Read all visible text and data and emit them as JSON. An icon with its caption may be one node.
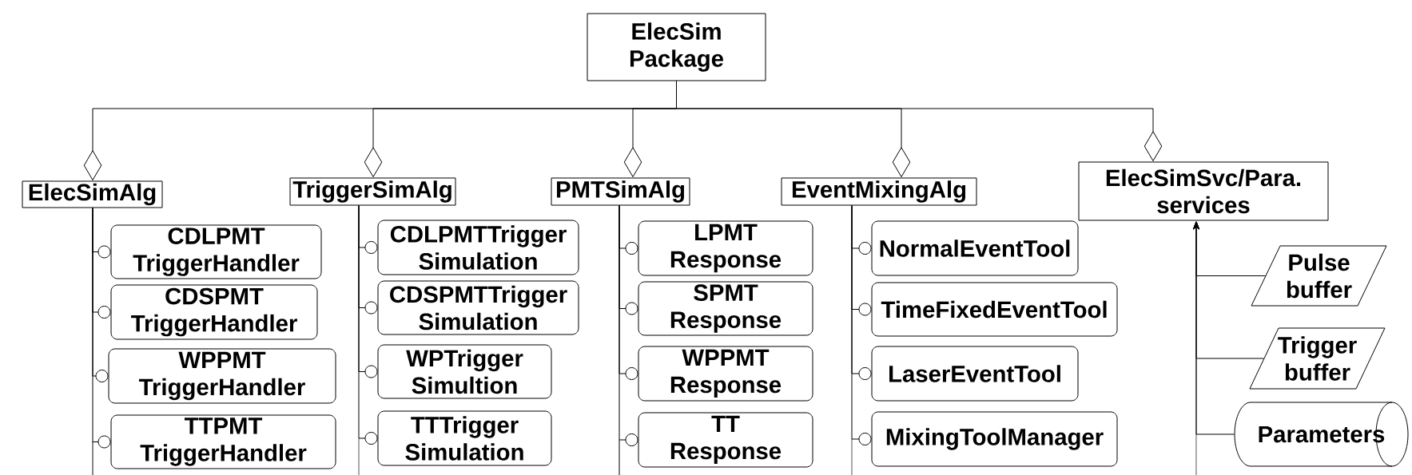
{
  "diagram": {
    "nodes": [
      {
        "text": [
          "ElecSim Package"
        ]
      },
      {
        "text": [
          "ElecSimAlg"
        ]
      },
      {
        "text": [
          "TriggerSimAlg"
        ]
      },
      {
        "text": [
          "PMTSimAlg"
        ]
      },
      {
        "text": [
          "EventMixingAlg"
        ]
      },
      {
        "text": [
          "ElecSimSvc/Para. services"
        ]
      },
      {
        "text": [
          "CDLPMT TriggerHandler"
        ]
      },
      {
        "text": [
          "CDSPMT TriggerHandler"
        ]
      },
      {
        "text": [
          "WPPMT TriggerHandler"
        ]
      },
      {
        "text": [
          "TTPMT TriggerHandler"
        ]
      },
      {
        "text": [
          "CDLPMTTrigger Simulation"
        ]
      },
      {
        "text": [
          "CDSPMTTrigger Simulation"
        ]
      },
      {
        "text": [
          "WPTrigger Simultion"
        ]
      },
      {
        "text": [
          "TTTrigger Simulation"
        ]
      },
      {
        "text": [
          "LPMT Response"
        ]
      },
      {
        "text": [
          "SPMT Response"
        ]
      },
      {
        "text": [
          "WPPMT Response"
        ]
      },
      {
        "text": [
          "TT Response"
        ]
      },
      {
        "text": [
          "NormalEventTool"
        ]
      },
      {
        "text": [
          "TimeFixedEventTool"
        ]
      },
      {
        "text": [
          "LaserEventTool"
        ]
      },
      {
        "text": [
          "MixingToolManager"
        ]
      },
      {
        "text": [
          "Pulse buffer"
        ]
      },
      {
        "text": [
          "Trigger buffer"
        ]
      },
      {
        "text": [
          "Parameters"
        ]
      }
    ],
    "edges": [
      {
        "from": 0,
        "to": 1,
        "arrow": "other"
      },
      {
        "from": 0,
        "to": 2,
        "arrow": "other"
      },
      {
        "from": 0,
        "to": 3,
        "arrow": "other"
      },
      {
        "from": 0,
        "to": 4,
        "arrow": "other"
      },
      {
        "from": 0,
        "to": 5,
        "arrow": "other"
      },
      {
        "from": 1,
        "to": 6,
        "arrow": "other"
      },
      {
        "from": 1,
        "to": 7,
        "arrow": "other"
      },
      {
        "from": 1,
        "to": 8,
        "arrow": "other"
      },
      {
        "from": 1,
        "to": 9,
        "arrow": "other"
      },
      {
        "from": 2,
        "to": 10,
        "arrow": "other"
      },
      {
        "from": 2,
        "to": 11,
        "arrow": "other"
      },
      {
        "from": 2,
        "to": 12,
        "arrow": "other"
      },
      {
        "from": 2,
        "to": 13,
        "arrow": "other"
      },
      {
        "from": 3,
        "to": 14,
        "arrow": "other"
      },
      {
        "from": 3,
        "to": 15,
        "arrow": "other"
      },
      {
        "from": 3,
        "to": 16,
        "arrow": "other"
      },
      {
        "from": 3,
        "to": 17,
        "arrow": "other"
      },
      {
        "from": 4,
        "to": 18,
        "arrow": "other"
      },
      {
        "from": 4,
        "to": 19,
        "arrow": "other"
      },
      {
        "from": 4,
        "to": 20,
        "arrow": "other"
      },
      {
        "from": 4,
        "to": 21,
        "arrow": "other"
      },
      {
        "from": 22,
        "to": 5,
        "arrow": "to"
      },
      {
        "from": 23,
        "to": 5,
        "arrow": "to"
      },
      {
        "from": 24,
        "to": 5,
        "arrow": "to"
      },
      {
        "from": null,
        "to": 5,
        "arrow": "to"
      }
    ]
  }
}
